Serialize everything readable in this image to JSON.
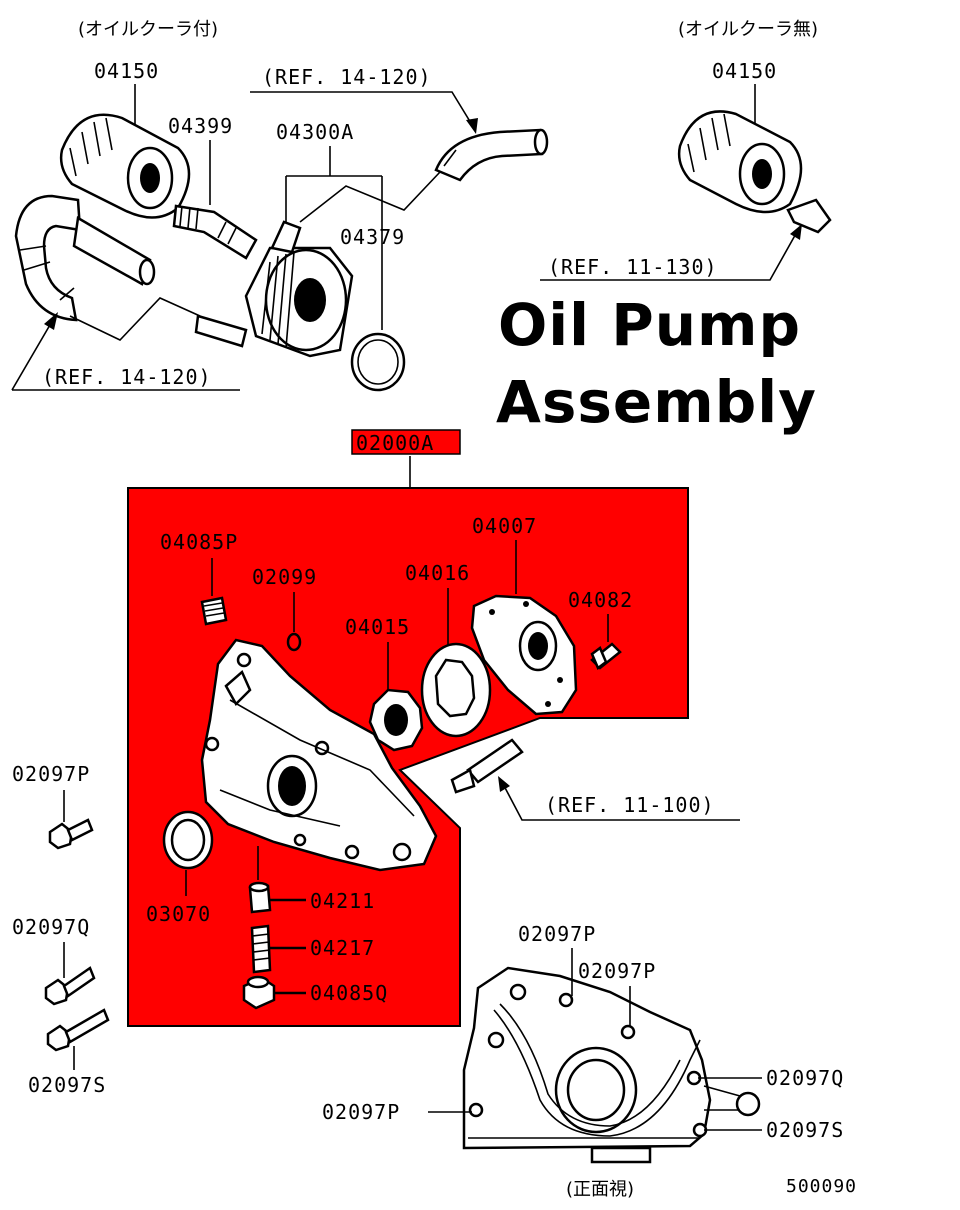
{
  "title": {
    "line1": "Oil Pump",
    "line2": "Assembly"
  },
  "notes": {
    "with_cooler": "(オイルクーラ付)",
    "without_cooler": "(オイルクーラ無)",
    "front_view": "(正面視)",
    "diagram_number": "500090"
  },
  "assembly": {
    "number": "02000A",
    "highlight_color": "#ff0000"
  },
  "refs": {
    "ref_14_120_top": "(REF. 14-120)",
    "ref_14_120_left": "(REF. 14-120)",
    "ref_11_130": "(REF. 11-130)",
    "ref_11_100": "(REF. 11-100)"
  },
  "parts": {
    "p04150_left": "04150",
    "p04399": "04399",
    "p04300A": "04300A",
    "p04379": "04379",
    "p04150_right": "04150",
    "p04085P": "04085P",
    "p02099": "02099",
    "p04016": "04016",
    "p04007": "04007",
    "p04082": "04082",
    "p04015": "04015",
    "p02097P_left": "02097P",
    "p03070": "03070",
    "p04211": "04211",
    "p04217": "04217",
    "p04085Q": "04085Q",
    "p02097Q_left": "02097Q",
    "p02097S_left": "02097S",
    "p02097P_front1": "02097P",
    "p02097P_front2": "02097P",
    "p02097Q_front": "02097Q",
    "p02097P_front3": "02097P",
    "p02097S_front": "02097S"
  }
}
